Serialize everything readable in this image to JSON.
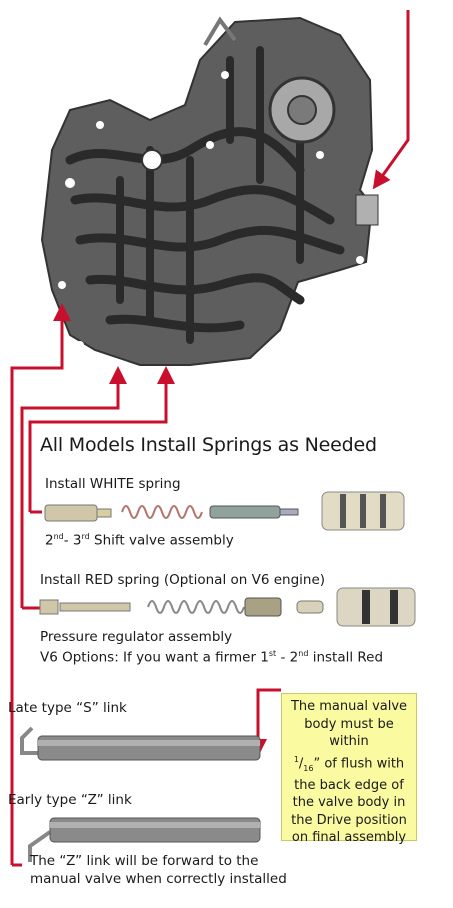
{
  "heading": "All Models Install Springs as Needed",
  "white_spring": {
    "install": "Install WHITE spring",
    "assembly_pre": "2",
    "assembly_sup1": "nd",
    "assembly_mid": "- 3",
    "assembly_sup2": "rd",
    "assembly_post": " Shift valve assembly"
  },
  "red_spring": {
    "install": "Install RED spring (Optional on V6 engine)",
    "assembly": "Pressure regulator assembly",
    "option_pre": "V6 Options: If you want a firmer 1",
    "option_sup1": "st",
    "option_mid": " - 2",
    "option_sup2": "nd",
    "option_post": " install Red"
  },
  "late_link": "Late type “S” link",
  "early_link": "Early type “Z” link",
  "z_note_line1": "The “Z” link will be forward to the",
  "z_note_line2": "manual valve when correctly installed",
  "manual_note": {
    "line1": "The manual valve",
    "line2": "body must be within",
    "frac_num": "1",
    "frac_den": "16",
    "line3_post": "” of flush with",
    "line4": "the back edge of",
    "line5": "the valve body in",
    "line6": "the Drive position",
    "line7": "on final assembly"
  },
  "colors": {
    "arrow_red": "#c8102e",
    "note_bg": "#fafaa0",
    "casting": "#5e5e5e"
  }
}
